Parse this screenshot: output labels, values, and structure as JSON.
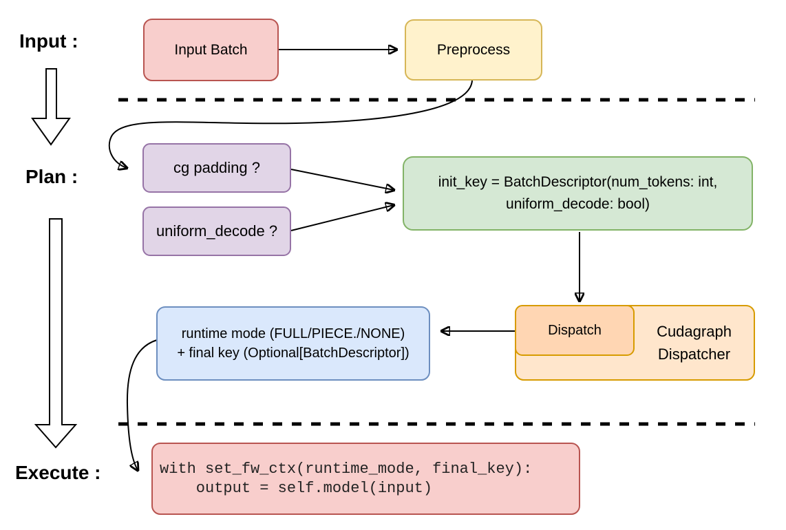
{
  "stages": {
    "input_label": "Input :",
    "plan_label": "Plan :",
    "execute_label": "Execute :"
  },
  "nodes": {
    "input_batch": {
      "label": "Input Batch"
    },
    "preprocess": {
      "label": "Preprocess"
    },
    "cg_padding": {
      "label": "cg padding ?"
    },
    "uniform_decode": {
      "label": "uniform_decode ?"
    },
    "init_key": {
      "line1": "init_key = BatchDescriptor(num_tokens: int,",
      "line2": "uniform_decode: bool)"
    },
    "dispatch": {
      "label": "Dispatch"
    },
    "cudagraph_dispatcher": {
      "label": "Cudagraph Dispatcher"
    },
    "runtime_result": {
      "line1": "runtime mode (FULL/PIECE./NONE)",
      "line2": "+ final key (Optional[BatchDescriptor])"
    },
    "execute_code": {
      "line1": "with set_fw_ctx(runtime_mode, final_key):",
      "line2": "    output = self.model(input)"
    }
  },
  "icons": {
    "input_flow_arrow": "down-arrow",
    "plan_flow_arrow": "down-arrow"
  },
  "colors": {
    "red_fill": "#f8cecc",
    "red_stroke": "#b85450",
    "yellow_fill": "#fff2cc",
    "yellow_stroke": "#d6b656",
    "purple_fill": "#e1d5e7",
    "purple_stroke": "#9673a6",
    "green_fill": "#d5e8d4",
    "green_stroke": "#82b366",
    "blue_fill": "#dae8fc",
    "blue_stroke": "#6c8ebf",
    "orange_outer_fill": "#ffe6cc",
    "orange_inner_fill": "#ffd6b3",
    "orange_stroke": "#d79b00",
    "divider": "#000000",
    "connector": "#000000"
  }
}
